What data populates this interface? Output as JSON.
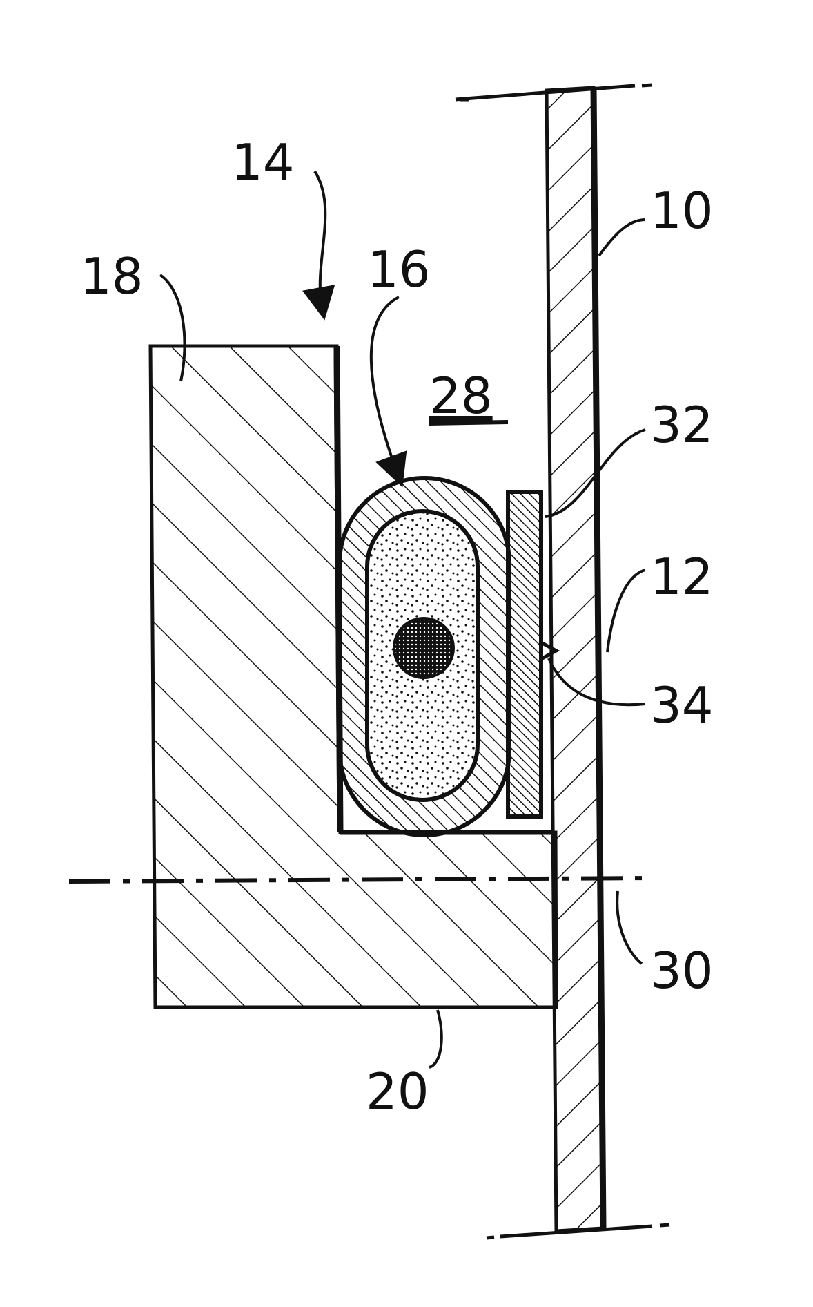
{
  "figure": {
    "reference_numerals": {
      "panel_10": "10",
      "panel_12": "12",
      "assembly_14": "14",
      "seal_16": "16",
      "base_18": "18",
      "base_20": "20",
      "cavity_28": "28",
      "axis_30": "30",
      "strip_32": "32",
      "hook_34": "34"
    }
  },
  "colors": {
    "ink": "#111111",
    "paper": "#ffffff"
  }
}
